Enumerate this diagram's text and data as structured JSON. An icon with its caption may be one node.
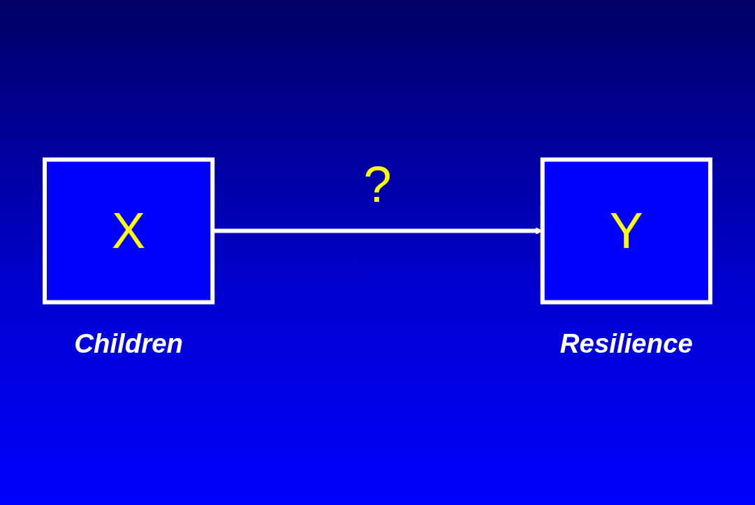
{
  "diagram": {
    "nodes": [
      {
        "text": [
          "X"
        ],
        "beside": [
          "Children"
        ]
      },
      {
        "text": [
          "Y"
        ],
        "beside": [
          "Resilience"
        ]
      }
    ],
    "edges": [
      {
        "from": 0,
        "to": 1,
        "arrow": "to",
        "label": "?"
      }
    ]
  }
}
